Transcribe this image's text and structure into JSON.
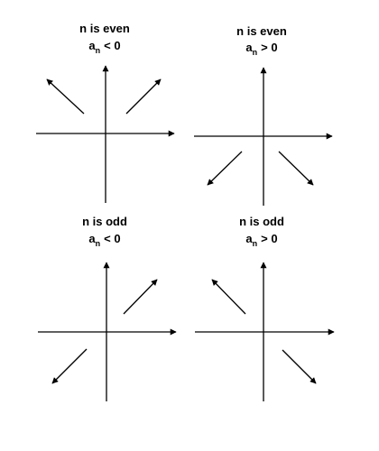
{
  "panels": [
    {
      "condition": "n is even",
      "coef_base": "a",
      "coef_sub": "n",
      "coef_rel": "< 0"
    },
    {
      "condition": "n is even",
      "coef_base": "a",
      "coef_sub": "n",
      "coef_rel": "> 0"
    },
    {
      "condition": "n is odd",
      "coef_base": "a",
      "coef_sub": "n",
      "coef_rel": "< 0"
    },
    {
      "condition": "n is odd",
      "coef_base": "a",
      "coef_sub": "n",
      "coef_rel": "> 0"
    }
  ],
  "colors": {
    "ink": "#000000",
    "background": "#ffffff"
  }
}
